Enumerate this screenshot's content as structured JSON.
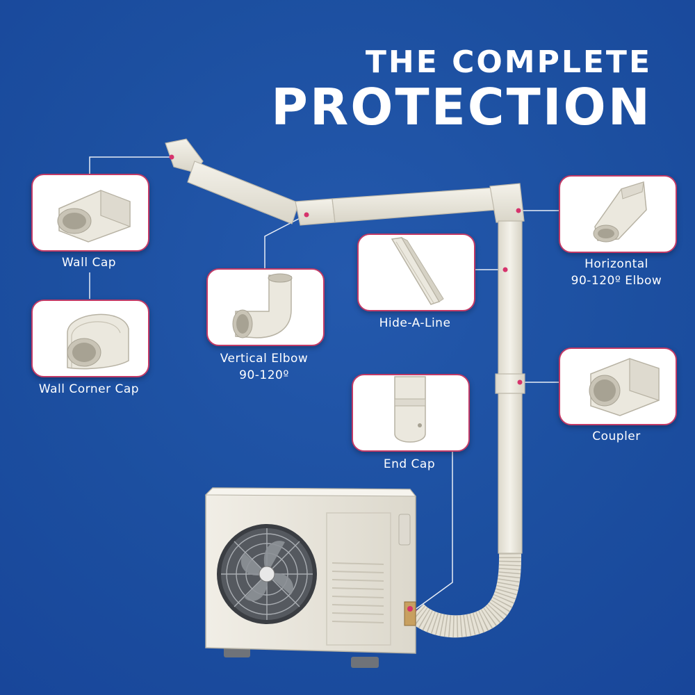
{
  "title": {
    "line1": "THE COMPLETE",
    "line2": "PROTECTION"
  },
  "colors": {
    "background": "#1c4fa0",
    "connector_line": "#ffffff",
    "connection_dot": "#d6336c",
    "card": "#ffffff",
    "duct": "#e9e6dc"
  },
  "parts": [
    {
      "id": "wall-cap",
      "icon": "wall-cap-icon",
      "label": "Wall Cap",
      "label2": ""
    },
    {
      "id": "wall-corner-cap",
      "icon": "wall-corner-cap-icon",
      "label": "Wall Corner Cap",
      "label2": ""
    },
    {
      "id": "vertical-elbow",
      "icon": "vertical-elbow-icon",
      "label": "Vertical Elbow",
      "label2": "90-120º"
    },
    {
      "id": "hide-a-line",
      "icon": "hide-a-line-icon",
      "label": "Hide-A-Line",
      "label2": ""
    },
    {
      "id": "horizontal-elbow",
      "icon": "horizontal-elbow-icon",
      "label": "Horizontal",
      "label2": "90-120º Elbow"
    },
    {
      "id": "coupler",
      "icon": "coupler-icon",
      "label": "Coupler",
      "label2": ""
    },
    {
      "id": "end-cap",
      "icon": "end-cap-icon",
      "label": "End Cap",
      "label2": ""
    }
  ],
  "outdoor_unit": {
    "icon": "ac-condenser-unit-icon"
  }
}
